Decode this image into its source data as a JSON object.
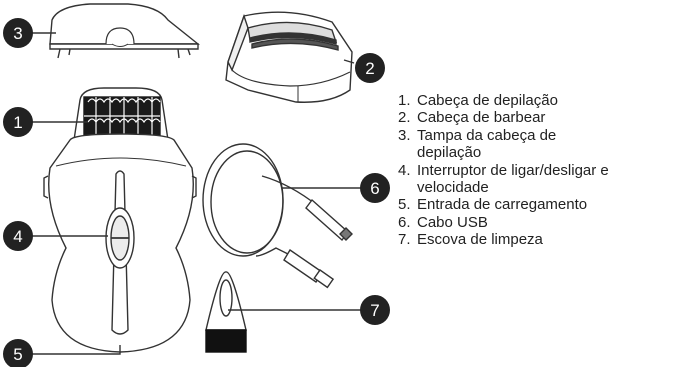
{
  "callouts": [
    {
      "number": "1"
    },
    {
      "number": "2"
    },
    {
      "number": "3"
    },
    {
      "number": "4"
    },
    {
      "number": "5"
    },
    {
      "number": "6"
    },
    {
      "number": "7"
    }
  ],
  "legend": [
    {
      "num": "1.",
      "text": "Cabeça de depilação"
    },
    {
      "num": "2.",
      "text": "Cabeça de barbear"
    },
    {
      "num": "3.",
      "text": "Tampa da cabeça de depilação"
    },
    {
      "num": "4.",
      "text": "Interruptor de ligar/desligar e velocidade"
    },
    {
      "num": "5.",
      "text": "Entrada de carregamento"
    },
    {
      "num": "6.",
      "text": "Cabo USB"
    },
    {
      "num": "7.",
      "text": "Escova de limpeza"
    }
  ],
  "colors": {
    "callout_fill": "#222222",
    "line": "#333333",
    "text": "#222222"
  }
}
